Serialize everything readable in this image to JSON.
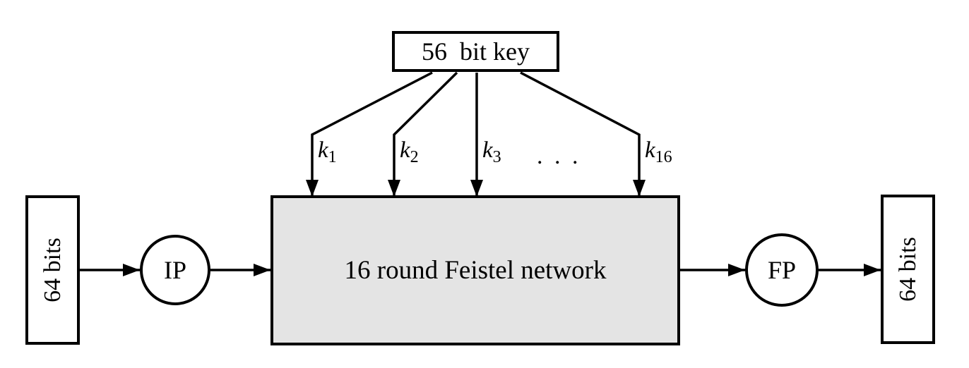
{
  "diagram": {
    "key_box": {
      "label": "56  bit key"
    },
    "feistel_box": {
      "label": "16 round Feistel network"
    },
    "input_box": {
      "label": "64 bits"
    },
    "output_box": {
      "label": "64 bits"
    },
    "ip_node": {
      "label": "IP"
    },
    "fp_node": {
      "label": "FP"
    },
    "subkeys": [
      {
        "base": "k",
        "sub": "1"
      },
      {
        "base": "k",
        "sub": "2"
      },
      {
        "base": "k",
        "sub": "3"
      },
      {
        "base": "k",
        "sub": "16"
      }
    ],
    "ellipsis": ". . .",
    "colors": {
      "stroke": "#000000",
      "feistel_fill": "#e4e4e4",
      "background": "#ffffff"
    }
  }
}
